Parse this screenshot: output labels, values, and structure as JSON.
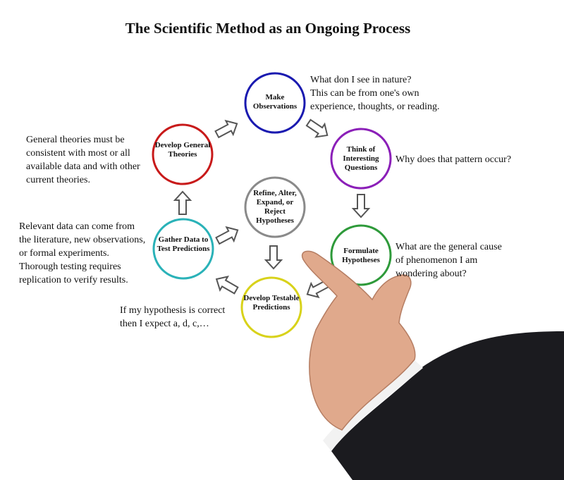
{
  "title": "The Scientific Method as an Ongoing Process",
  "nodes": {
    "observe": {
      "label": "Make Observations",
      "color": "#1a1ab0"
    },
    "questions": {
      "label": "Think of Interesting Questions",
      "color": "#8b1fb8"
    },
    "hypotheses": {
      "label": "Formulate Hypotheses",
      "color": "#2e9a3a"
    },
    "predictions": {
      "label": "Develop Testable Predictions",
      "color": "#d8d21a"
    },
    "gather": {
      "label": "Gather Data to Test Predictions",
      "color": "#2ab2b8"
    },
    "theories": {
      "label": "Develop General Theories",
      "color": "#c81a1a"
    },
    "refine": {
      "label": "Refine, Alter, Expand, or Reject Hypotheses",
      "color": "#8a8a8a"
    }
  },
  "notes": {
    "observe": "What don I see in nature?\nThis can be from one's own\n experience, thoughts, or reading.",
    "questions": "Why does that pattern occur?",
    "hypotheses": "What are the general cause\nof phenomenon I am\nwondering  about?",
    "predictions": "If my hypothesis is correct\nthen I expect a, d,  c,…",
    "gather": "Relevant data can come from\nthe literature, new observations,\nor formal experiments.\nThorough testing requires\nreplication to verify results.",
    "theories": "General theories must be\nconsistent with most or all\navailable data and with other\ncurrent theories."
  }
}
